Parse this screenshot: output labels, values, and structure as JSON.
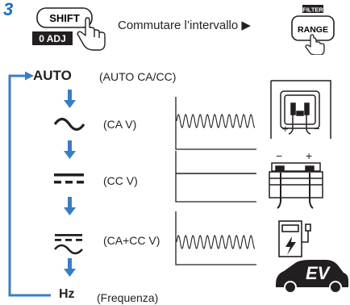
{
  "step_number": "3",
  "shift_key": {
    "label": "SHIFT",
    "sublabel": "0 ADJ"
  },
  "range_key": {
    "label": "RANGE",
    "sublabel": "FILTER"
  },
  "instruction": "Commutare l’intervallo ▶",
  "modes": [
    {
      "symbol": "AUTO",
      "description": "(AUTO CA/CC)"
    },
    {
      "symbol": "ac-symbol",
      "description": "(CA V)"
    },
    {
      "symbol": "dc-symbol",
      "description": "(CC V)"
    },
    {
      "symbol": "acdc-symbol",
      "description": "(CA+CC V)"
    },
    {
      "symbol": "Hz",
      "description": "(Frequenza)"
    }
  ],
  "ev_badge": "EV",
  "colors": {
    "accent": "#3b7dc4",
    "text": "#231f20"
  }
}
